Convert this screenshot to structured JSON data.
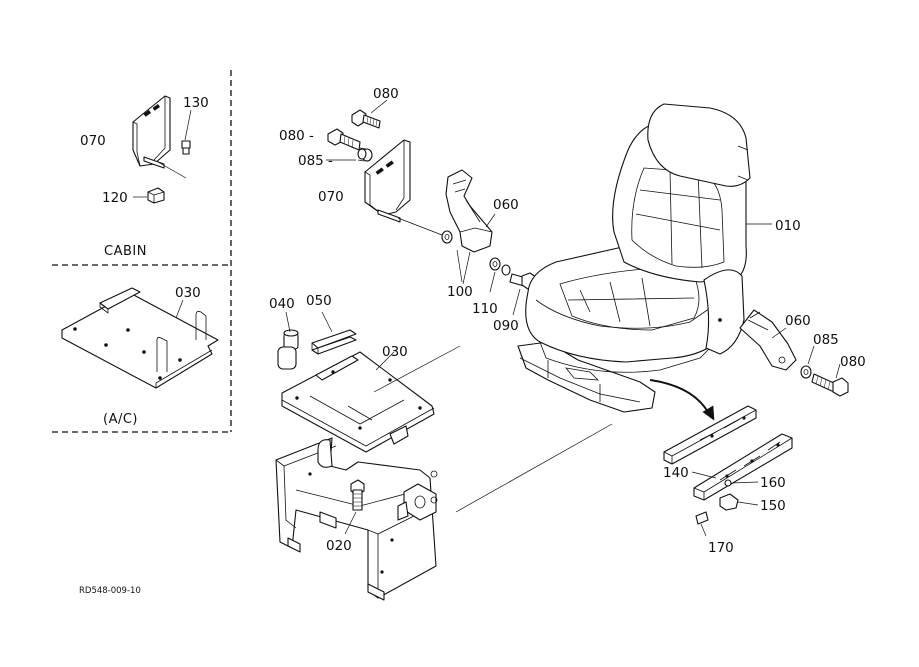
{
  "sections": {
    "cabin": "CABIN",
    "ac": "(A/C)"
  },
  "drawing_code": "RD548-009-10",
  "labels": {
    "p130": "130",
    "p070_cabin": "070",
    "p120": "120",
    "p030_ac": "030",
    "p080_top": "080",
    "p080_left": "080 -",
    "p085_left": "085 -",
    "p070": "070",
    "p060": "060",
    "p010": "010",
    "p100": "100",
    "p110": "110",
    "p090": "090",
    "p060_right": "060",
    "p085_right": "085",
    "p080_right": "080",
    "p040": "040",
    "p050": "050",
    "p030": "030",
    "p020": "020",
    "p140": "140",
    "p160": "160",
    "p150": "150",
    "p170": "170"
  }
}
